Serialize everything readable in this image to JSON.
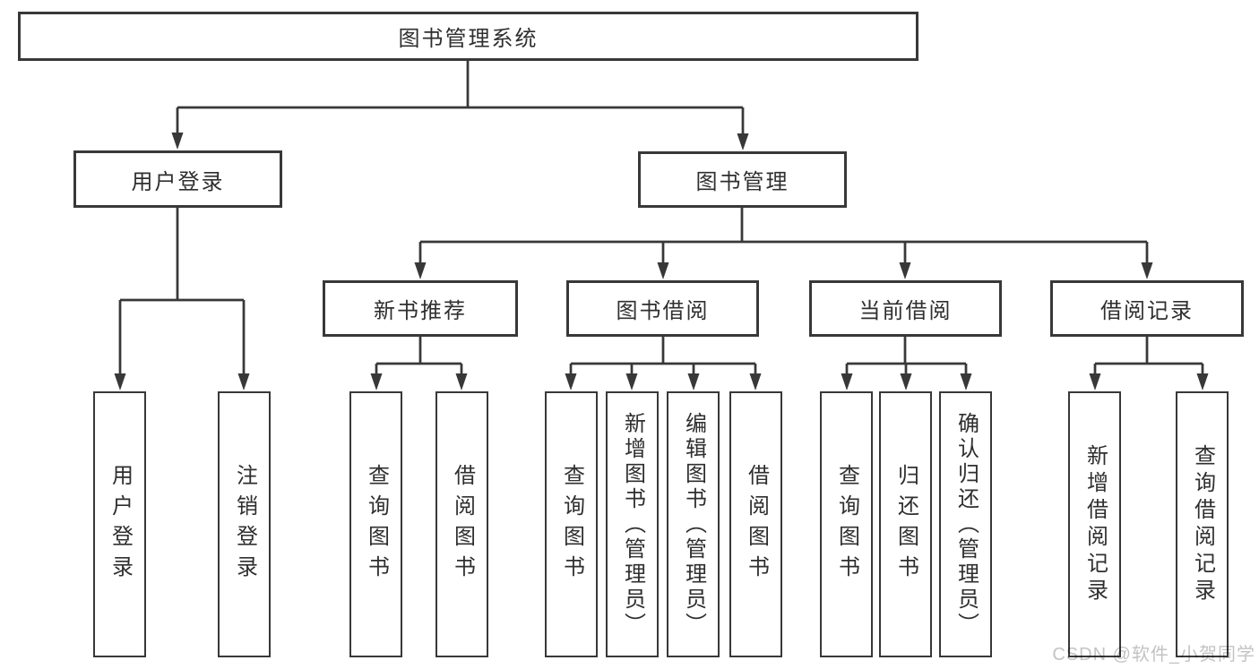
{
  "diagram": {
    "root": {
      "label": "图书管理系统"
    },
    "level2": [
      {
        "label": "用户登录"
      },
      {
        "label": "图书管理"
      }
    ],
    "level3": [
      {
        "label": "新书推荐"
      },
      {
        "label": "图书借阅"
      },
      {
        "label": "当前借阅"
      },
      {
        "label": "借阅记录"
      }
    ],
    "leaves": {
      "user_login": [
        "用户登录",
        "注销登录"
      ],
      "new_books": [
        "查询图书",
        "借阅图书"
      ],
      "book_borrow": [
        "查询图书",
        "新增图书（管理员）",
        "编辑图书（管理员）",
        "借阅图书"
      ],
      "current_borrow": [
        "查询图书",
        "归还图书",
        "确认归还（管理员）"
      ],
      "borrow_records": [
        "新增借阅记录",
        "查询借阅记录"
      ]
    }
  },
  "watermark": {
    "text": "CSDN @软件_小贺同学"
  },
  "colors": {
    "line": "#383838",
    "text": "#2f2f2f",
    "background": "#ffffff",
    "watermark": "#c3c3c3"
  }
}
